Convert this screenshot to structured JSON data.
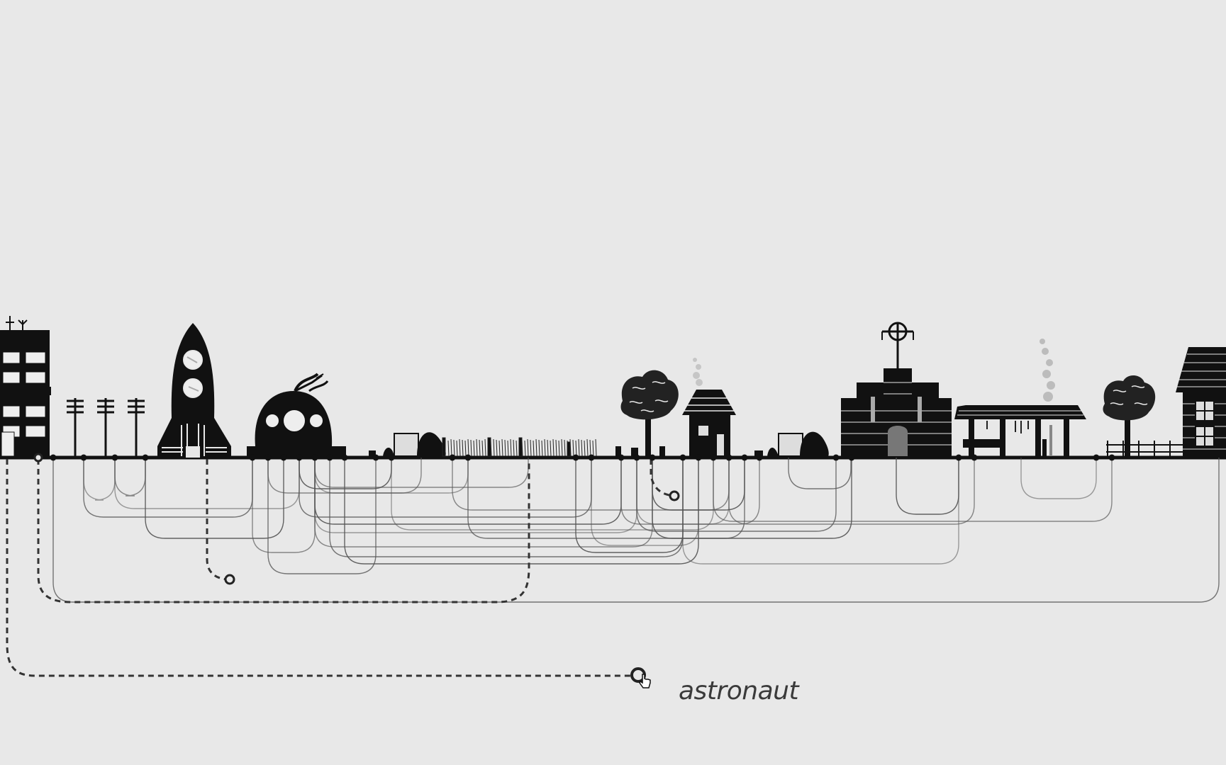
{
  "scene": {
    "background": "#e8e8e8",
    "ink": "#111111",
    "line_color": "#555555",
    "dash_color": "#333333"
  },
  "selection": {
    "label": "astronaut"
  },
  "landmarks": [
    {
      "name": "apartment-building"
    },
    {
      "name": "power-poles"
    },
    {
      "name": "rocket"
    },
    {
      "name": "dome-house"
    },
    {
      "name": "bushes"
    },
    {
      "name": "field-fence"
    },
    {
      "name": "tree-left"
    },
    {
      "name": "small-cottage"
    },
    {
      "name": "church"
    },
    {
      "name": "forge-shed"
    },
    {
      "name": "tree-right"
    },
    {
      "name": "brick-house"
    }
  ],
  "icons": {
    "cursor": "hand-pointer-icon",
    "end_node": "ring-node-icon"
  }
}
